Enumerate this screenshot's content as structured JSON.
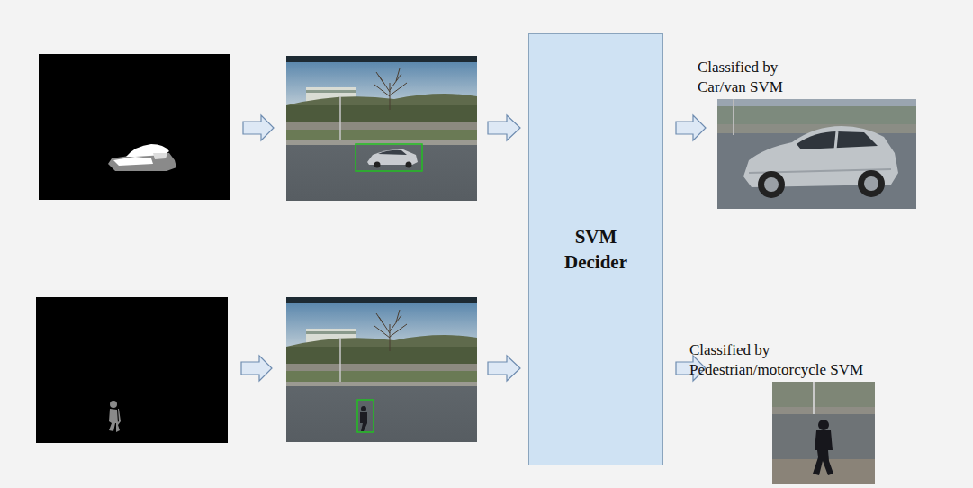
{
  "diagram": {
    "nodes": [
      {
        "text": [
          "SVM Decider"
        ]
      }
    ],
    "labels": [
      "Classified by Car/van SVM",
      "Classified by Pedestrian/motorcycle SVM"
    ]
  }
}
